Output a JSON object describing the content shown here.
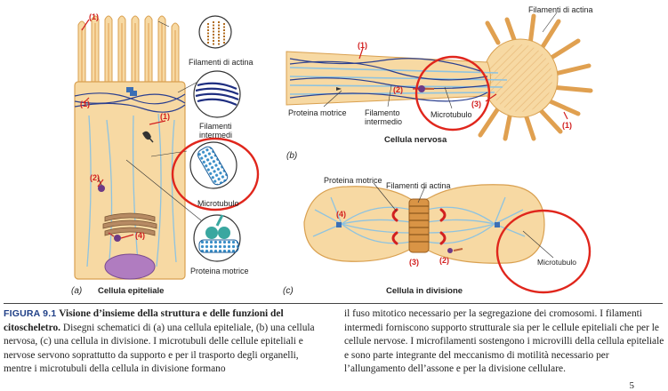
{
  "figure": {
    "panel_a": {
      "letter": "(a)",
      "title": "Cellula epiteliale",
      "labels": {
        "actin": "Filamenti di actina",
        "intermediate_1": "Filamenti",
        "intermediate_2": "intermedi",
        "microtubule": "Microtubulo",
        "motor": "Proteina motrice"
      },
      "callouts": {
        "n1": "(1)",
        "n2": "(2)",
        "n3": "(3)",
        "n4": "(4)"
      }
    },
    "panel_b": {
      "letter": "(b)",
      "title": "Cellula nervosa",
      "labels": {
        "actin": "Filamenti di actina",
        "motor": "Proteina motrice",
        "intermediate_1": "Filamento",
        "intermediate_2": "intermedio",
        "microtubule": "Microtubulo"
      },
      "callouts": {
        "n1": "(1)",
        "n2": "(2)",
        "n3": "(3)"
      }
    },
    "panel_c": {
      "letter": "(c)",
      "title": "Cellula in divisione",
      "labels": {
        "motor": "Proteina motrice",
        "actin": "Filamenti di actina",
        "microtubule": "Microtubulo"
      },
      "callouts": {
        "n2": "(2)",
        "n3": "(3)",
        "n4": "(4)"
      }
    }
  },
  "caption": {
    "label": "FIGURA 9.1",
    "title": "Visione d’insieme della struttura e delle funzioni del citoscheletro.",
    "left_text": "Disegni schematici di (a) una cellula epiteliale, (b) una cellula nervosa, (c) una cellula in divisione. I microtubuli delle cellule epiteliali e nervose servono soprattutto da supporto e per il trasporto degli organelli, mentre i microtubuli della cellula in divisione formano",
    "right_text": "il fuso mitotico necessario per la segregazione dei cromosomi. I filamenti intermedi forniscono supporto strutturale sia per le cellule epiteliali che per le cellule nervose. I microfilamenti sostengono i microvilli della cellula epiteliale e sono parte integrante del meccanismo di motilità necessario per l’allungamento dell’assone e per la divisione cellulare."
  },
  "page_number": "5",
  "colors": {
    "cell_fill": "#f7d9a3",
    "cell_stroke": "#d9a050",
    "microtubule": "#8ec3e0",
    "intermediate": "#2b3f8f",
    "actin": "#e0a050",
    "annotation_red": "#e0261c",
    "callout_red": "#d22020",
    "caption_blue": "#1f3f87"
  }
}
